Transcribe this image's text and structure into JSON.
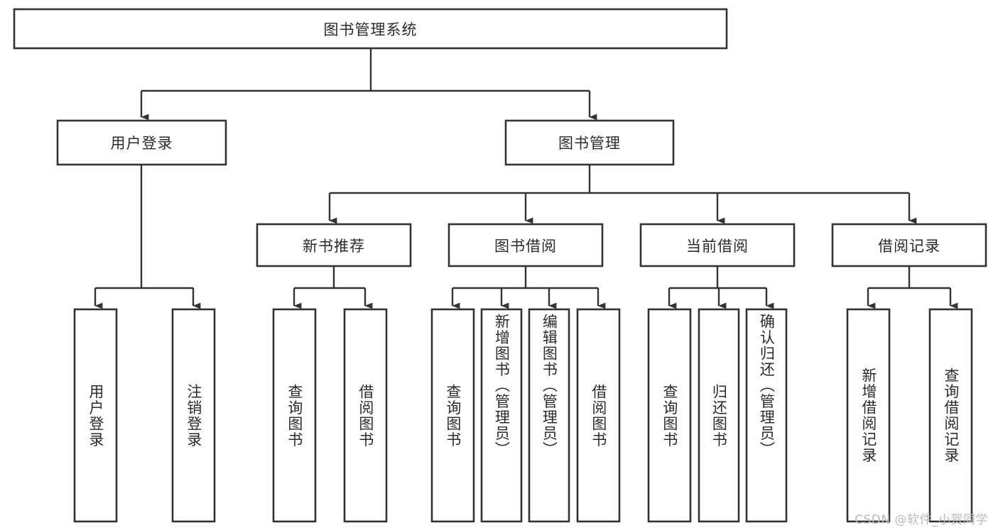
{
  "diagram": {
    "type": "tree-hierarchy-chart",
    "title": "图书管理系统",
    "background_color": "#ffffff",
    "stroke_color": "#333333",
    "text_color": "#2b2b2b",
    "root": {
      "id": "root",
      "label": "图书管理系统",
      "orientation": "horizontal"
    },
    "level2": [
      {
        "id": "user-login",
        "label": "用户登录",
        "orientation": "horizontal"
      },
      {
        "id": "book-management",
        "label": "图书管理",
        "orientation": "horizontal"
      }
    ],
    "level3": [
      {
        "id": "new-book-recommend",
        "label": "新书推荐",
        "orientation": "horizontal",
        "parent": "book-management"
      },
      {
        "id": "book-borrow",
        "label": "图书借阅",
        "orientation": "horizontal",
        "parent": "book-management"
      },
      {
        "id": "current-borrow",
        "label": "当前借阅",
        "orientation": "horizontal",
        "parent": "book-management"
      },
      {
        "id": "borrow-record",
        "label": "借阅记录",
        "orientation": "horizontal",
        "parent": "book-management"
      }
    ],
    "leaves": [
      {
        "id": "leaf-user-login",
        "label": "用户登录",
        "orientation": "vertical",
        "parent": "user-login"
      },
      {
        "id": "leaf-logout-login",
        "label": "注销登录",
        "orientation": "vertical",
        "parent": "user-login"
      },
      {
        "id": "leaf-query-book-1",
        "label": "查询图书",
        "orientation": "vertical",
        "parent": "new-book-recommend"
      },
      {
        "id": "leaf-borrow-book-1",
        "label": "借阅图书",
        "orientation": "vertical",
        "parent": "new-book-recommend"
      },
      {
        "id": "leaf-query-book-2",
        "label": "查询图书",
        "orientation": "vertical",
        "parent": "book-borrow"
      },
      {
        "id": "leaf-add-book",
        "label": "新增图书（管理员）",
        "orientation": "vertical",
        "parent": "book-borrow"
      },
      {
        "id": "leaf-edit-book",
        "label": "编辑图书（管理员）",
        "orientation": "vertical",
        "parent": "book-borrow"
      },
      {
        "id": "leaf-borrow-book-2",
        "label": "借阅图书",
        "orientation": "vertical",
        "parent": "book-borrow"
      },
      {
        "id": "leaf-query-book-3",
        "label": "查询图书",
        "orientation": "vertical",
        "parent": "current-borrow"
      },
      {
        "id": "leaf-return-book",
        "label": "归还图书",
        "orientation": "vertical",
        "parent": "current-borrow"
      },
      {
        "id": "leaf-confirm-return",
        "label": "确认归还（管理员）",
        "orientation": "vertical",
        "parent": "current-borrow"
      },
      {
        "id": "leaf-add-borrow-record",
        "label": "新增借阅记录",
        "orientation": "vertical",
        "parent": "borrow-record"
      },
      {
        "id": "leaf-query-borrow-record",
        "label": "查询借阅记录",
        "orientation": "vertical",
        "parent": "borrow-record"
      }
    ],
    "watermark": "CSDN @软件_小贺同学"
  }
}
